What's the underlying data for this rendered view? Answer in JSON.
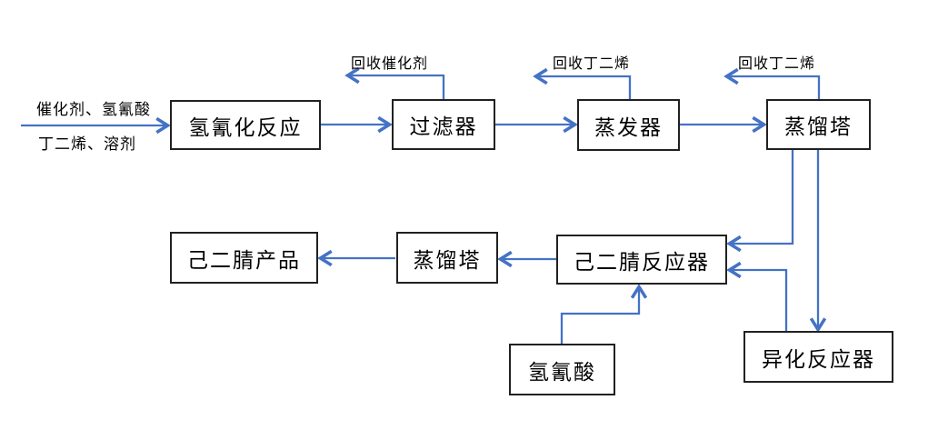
{
  "diagram": {
    "boxes": [
      {
        "id": "hydrocyanation-reactor",
        "label": "氢氰化反应"
      },
      {
        "id": "filter",
        "label": "过滤器"
      },
      {
        "id": "evaporator",
        "label": "蒸发器"
      },
      {
        "id": "distillation-column-top",
        "label": "蒸馏塔"
      },
      {
        "id": "adiponitrile-product",
        "label": "己二腈产品"
      },
      {
        "id": "distillation-column-mid",
        "label": "蒸馏塔"
      },
      {
        "id": "adiponitrile-reactor",
        "label": "己二腈反应器"
      },
      {
        "id": "hydrogen-cyanide-feed",
        "label": "氢氰酸"
      },
      {
        "id": "isomerization-reactor",
        "label": "异化反应器"
      }
    ],
    "stream_labels": {
      "feed_line1": "催化剂、氢氰酸",
      "feed_line2": "丁二烯、溶剂",
      "recycle_catalyst": "回收催化剂",
      "recycle_butadiene_evaporator": "回收丁二烯",
      "recycle_butadiene_distillation": "回收丁二烯"
    },
    "flows": [
      {
        "from": "feed",
        "to": "hydrocyanation-reactor"
      },
      {
        "from": "hydrocyanation-reactor",
        "to": "filter"
      },
      {
        "from": "filter",
        "to": "evaporator"
      },
      {
        "from": "evaporator",
        "to": "distillation-column-top"
      },
      {
        "from": "filter",
        "to": "recycle-catalyst-out"
      },
      {
        "from": "evaporator",
        "to": "recycle-butadiene-out"
      },
      {
        "from": "distillation-column-top",
        "to": "recycle-butadiene-out"
      },
      {
        "from": "distillation-column-top",
        "to": "adiponitrile-reactor"
      },
      {
        "from": "distillation-column-top",
        "to": "isomerization-reactor"
      },
      {
        "from": "isomerization-reactor",
        "to": "adiponitrile-reactor"
      },
      {
        "from": "hydrogen-cyanide-feed",
        "to": "adiponitrile-reactor"
      },
      {
        "from": "adiponitrile-reactor",
        "to": "distillation-column-mid"
      },
      {
        "from": "distillation-column-mid",
        "to": "adiponitrile-product"
      }
    ],
    "colors": {
      "arrow": "#4472C4",
      "box_border": "#212121",
      "text": "#000000",
      "background": "#FFFFFF"
    }
  }
}
